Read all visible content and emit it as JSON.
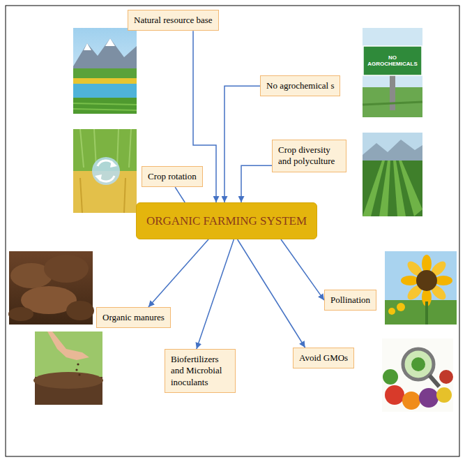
{
  "diagram": {
    "nodes": [
      {
        "text": [
          "Natural resource base"
        ]
      },
      {
        "text": [
          "No agrochemical s"
        ]
      },
      {
        "text": [
          "Crop diversity and polyculture"
        ]
      },
      {
        "text": [
          "Crop rotation"
        ]
      },
      {
        "text": [
          "ORGANIC FARMING SYSTEM"
        ]
      },
      {
        "text": [
          "Pollination"
        ]
      },
      {
        "text": [
          "Organic manures"
        ]
      },
      {
        "text": [
          "Biofertilizers and Microbial inoculants"
        ]
      },
      {
        "text": [
          "Avoid GMOs"
        ]
      }
    ],
    "edges": [
      {
        "from": 0,
        "to": 4,
        "arrow": "to"
      },
      {
        "from": 1,
        "to": 4,
        "arrow": "to"
      },
      {
        "from": 2,
        "to": 4,
        "arrow": "to"
      },
      {
        "from": 3,
        "to": 4,
        "arrow": "none"
      },
      {
        "from": 4,
        "to": 5,
        "arrow": "to"
      },
      {
        "from": 4,
        "to": 6,
        "arrow": "to"
      },
      {
        "from": 4,
        "to": 7,
        "arrow": "to"
      },
      {
        "from": 4,
        "to": 8,
        "arrow": "to"
      }
    ],
    "labels": [
      "NO AGROCHEMICALS"
    ]
  }
}
